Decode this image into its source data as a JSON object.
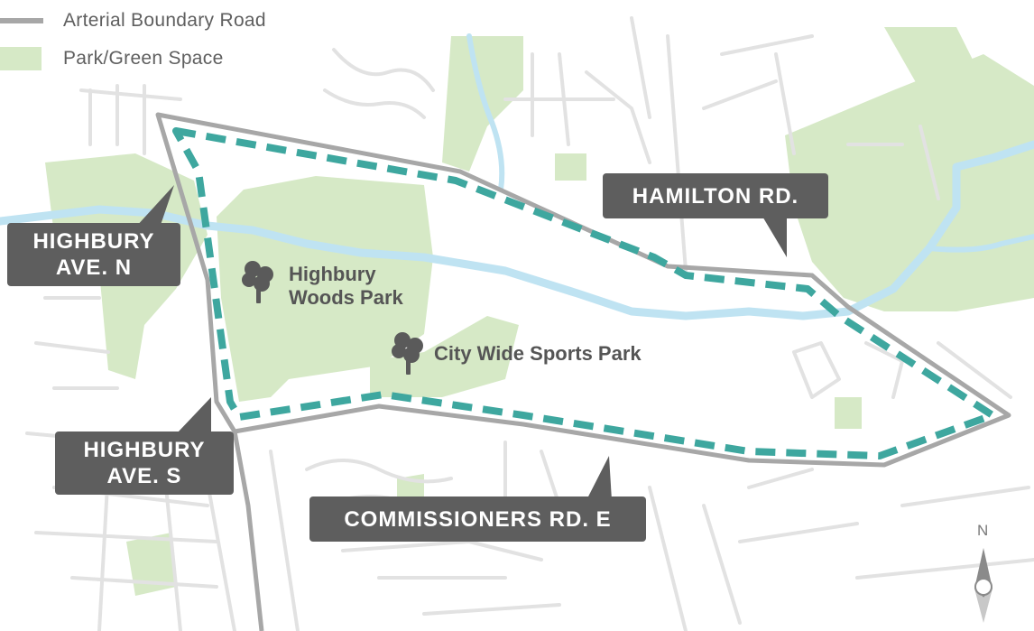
{
  "legend": {
    "items": [
      {
        "label": "Arterial Boundary Road",
        "symbol": "road-line-icon",
        "color": "#a7a7a7"
      },
      {
        "label": "Park/Green Space",
        "symbol": "park-swatch-icon",
        "color": "#d6e9c6"
      }
    ]
  },
  "road_labels": {
    "highbury_n": [
      "HIGHBURY",
      "AVE. N"
    ],
    "highbury_s": [
      "HIGHBURY",
      "AVE. S"
    ],
    "hamilton": "HAMILTON RD.",
    "commissioners": "COMMISSIONERS RD. E"
  },
  "parks": {
    "highbury_woods": [
      "Highbury",
      "Woods Park"
    ],
    "city_wide": "City Wide Sports Park"
  },
  "compass": {
    "label": "N"
  },
  "colors": {
    "boundary_dash": "#3ea79f",
    "arterial_road": "#a7a7a7",
    "park": "#d6e9c6",
    "river": "#bfe3f2",
    "street": "#e2e2e2",
    "label_bg": "#5e5e5e",
    "tree_icon": "#5a5a5a"
  }
}
